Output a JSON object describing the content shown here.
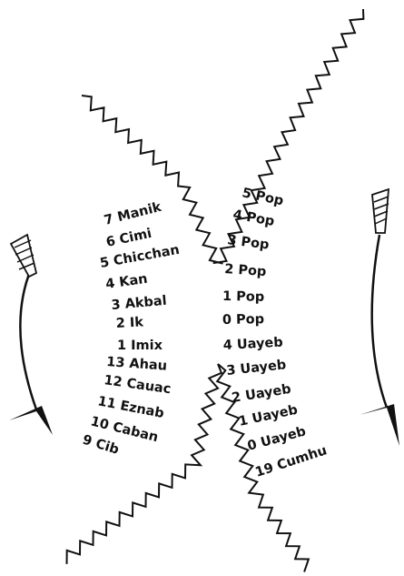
{
  "diagram": {
    "ink": "#111111",
    "left_column": [
      "7 Manik",
      "6 Cimi",
      "5 Chicchan",
      "4 Kan",
      "3 Akbal",
      "2 Ik",
      "1 Imix",
      "13 Ahau",
      "12 Cauac",
      "11 Eznab",
      "10 Caban",
      "9 Cib"
    ],
    "right_column": [
      "5 Pop",
      "4 Pop",
      "3 Pop",
      "2 Pop",
      "1 Pop",
      "0 Pop",
      "4 Uayeb",
      "3 Uayeb",
      "2 Uayeb",
      "1 Uayeb",
      "0 Uayeb",
      "19 Cumhu"
    ],
    "arrows": [
      {
        "side": "left",
        "direction": "down",
        "icon": "curved-feathered-arrow"
      },
      {
        "side": "right",
        "direction": "down",
        "icon": "curved-feathered-arrow"
      }
    ]
  }
}
